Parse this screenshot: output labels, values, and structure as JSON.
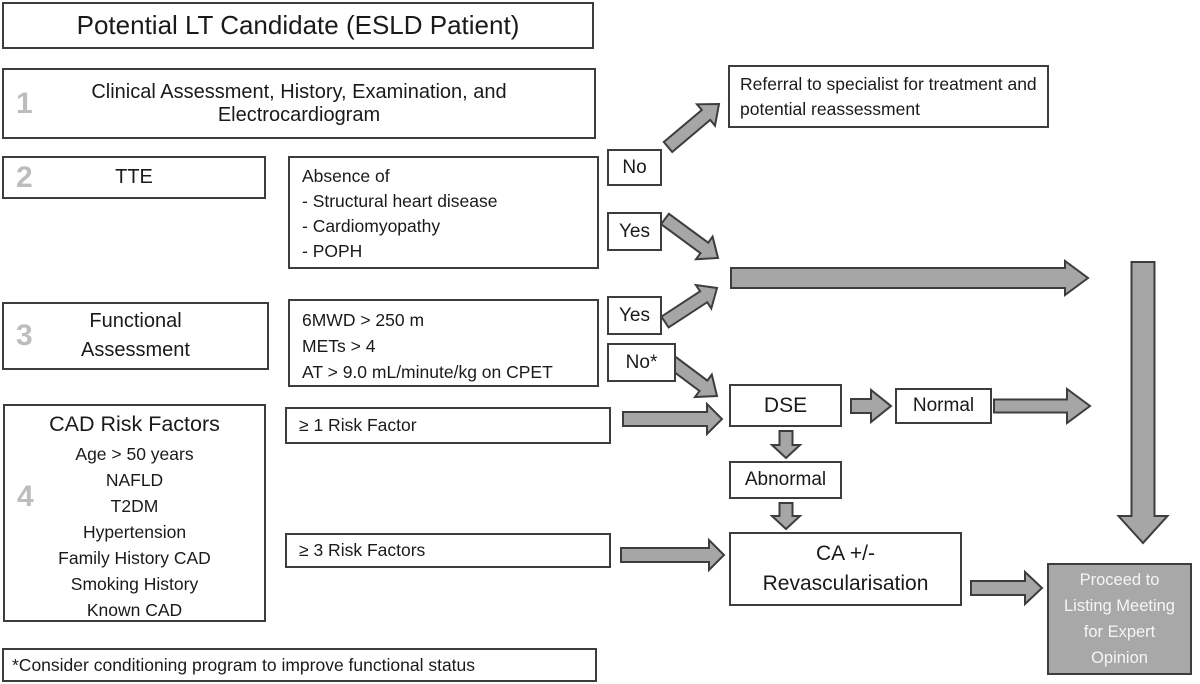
{
  "colors": {
    "arrow_fill": "#a6a6a6",
    "arrow_stroke": "#3d3d3d",
    "box_border": "#3d3d3d",
    "text": "#1a1a1a",
    "step_number": "#bdbdbd",
    "proceed_fill": "#a8a8a8",
    "proceed_text": "#f5f5f5"
  },
  "title": "Potential LT Candidate (ESLD Patient)",
  "steps": [
    {
      "number": "1",
      "label": "Clinical Assessment, History, Examination, and Electrocardiogram"
    },
    {
      "number": "2",
      "label": "TTE"
    },
    {
      "number": "3",
      "label": "Functional Assessment"
    },
    {
      "number": "4",
      "label": "CAD Risk Factors",
      "items": [
        "Age > 50 years",
        "NAFLD",
        "T2DM",
        "Hypertension",
        "Family History CAD",
        "Smoking History",
        "Known CAD"
      ]
    }
  ],
  "criteria": {
    "tte_lines": [
      "Absence of",
      "- Structural heart disease",
      "- Cardiomyopathy",
      "- POPH"
    ],
    "functional_lines": [
      "6MWD > 250 m",
      "METs > 4",
      "AT > 9.0 mL/minute/kg on CPET"
    ],
    "risk1": "≥ 1 Risk Factor",
    "risk3": "≥ 3 Risk Factors"
  },
  "decisions": {
    "tte_no": "No",
    "tte_yes": "Yes",
    "functional_yes": "Yes",
    "functional_no": "No*"
  },
  "outcomes": {
    "referral": "Referral to specialist for treatment and potential reassessment",
    "dse": "DSE",
    "normal": "Normal",
    "abnormal": "Abnormal",
    "ca": "CA +/- Revascularisation",
    "proceed": "Proceed to Listing Meeting for Expert Opinion"
  },
  "footnote": "*Consider conditioning program to improve functional status"
}
